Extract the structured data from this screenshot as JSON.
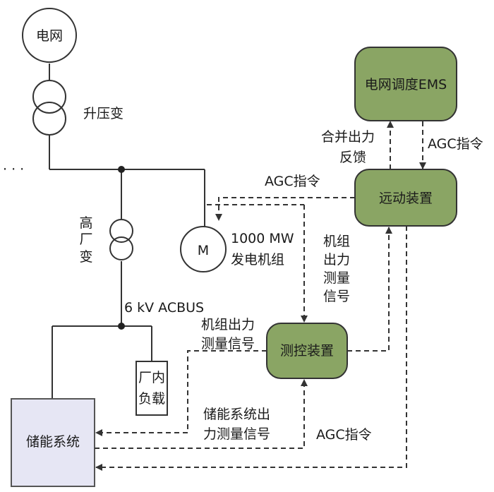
{
  "nodes": {
    "grid": "电网",
    "ems": "电网调度EMS",
    "remote": "远动装置",
    "control": "测控装置",
    "storage": "储能系统",
    "plant_load_1": "厂内",
    "plant_load_2": "负载",
    "generator": "M"
  },
  "labels": {
    "step_up": "升压变",
    "high_voltage_1": "高",
    "high_voltage_2": "厂",
    "high_voltage_3": "变",
    "ellipsis": "· · ·",
    "acbus": "6 kV ACBUS",
    "gen_rating_1": "1000 MW",
    "gen_rating_2": "发电机组",
    "merge_feedback_1": "合并出力",
    "merge_feedback_2": "反馈",
    "agc_ems": "AGC指令",
    "agc_remote": "AGC指令",
    "agc_storage": "AGC指令",
    "unit_meas_v1": "机组",
    "unit_meas_v2": "出力",
    "unit_meas_v3": "测量",
    "unit_meas_v4": "信号",
    "unit_meas_h1": "机组出力",
    "unit_meas_h2": "测量信号",
    "storage_meas_1": "储能系统出",
    "storage_meas_2": "力测量信号"
  },
  "colors": {
    "box_green": "#8aa564",
    "box_storage": "#e6e6f4",
    "line": "#333333"
  }
}
